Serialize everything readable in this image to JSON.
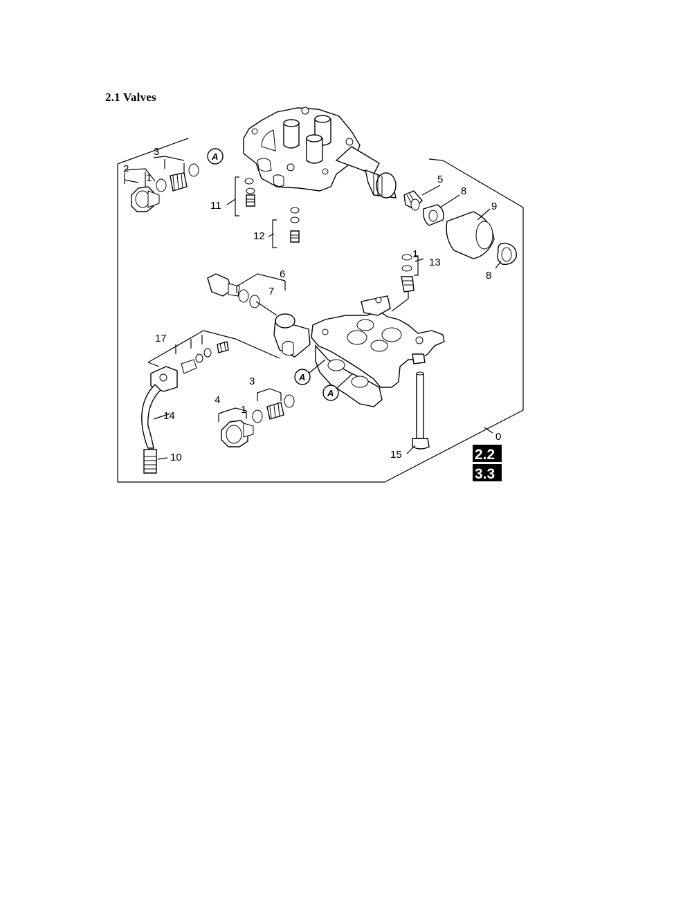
{
  "title": "2.1 Valves",
  "callouts": {
    "c0": "0",
    "c1a": "1",
    "c1b": "1",
    "c1c": "1",
    "c2": "2",
    "c3a": "3",
    "c3b": "3",
    "c4": "4",
    "c5": "5",
    "c6": "6",
    "c7": "7",
    "c8a": "8",
    "c8b": "8",
    "c9": "9",
    "c10": "10",
    "c11": "11",
    "c12": "12",
    "c13": "13",
    "c14": "14",
    "c15": "15",
    "c17": "17"
  },
  "circle_refs": {
    "a1": "A",
    "a2": "A",
    "a3": "A"
  },
  "ref_badges": [
    "2.2",
    "3.3"
  ],
  "colors": {
    "ink": "#000000",
    "paper": "#ffffff",
    "badge_bg": "#000000"
  }
}
